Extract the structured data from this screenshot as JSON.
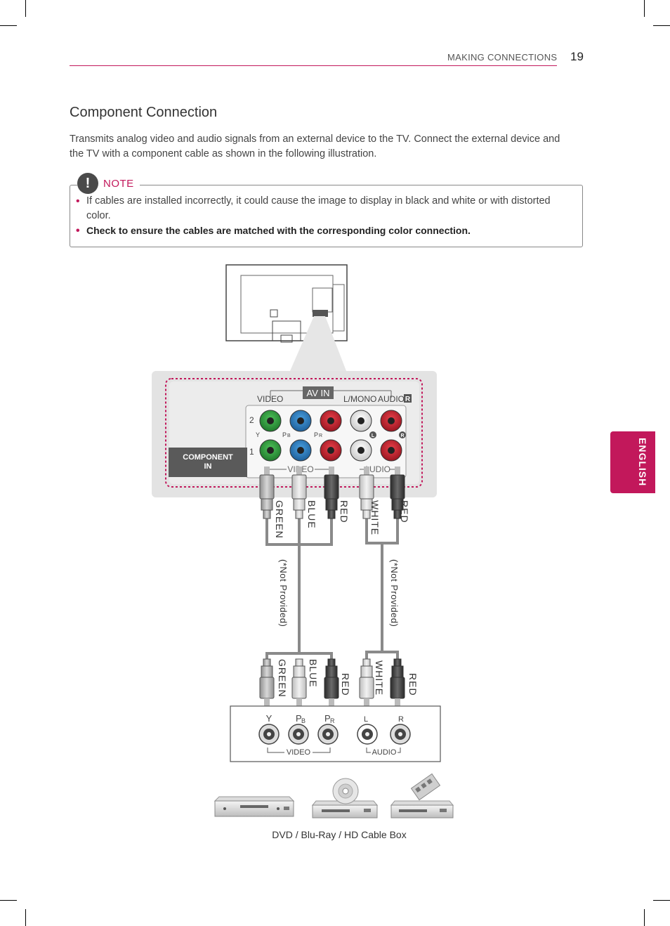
{
  "header": {
    "section": "MAKING CONNECTIONS",
    "page_number": "19"
  },
  "side_tab": {
    "label": "ENGLISH"
  },
  "title": "Component Connection",
  "intro": "Transmits analog video and audio signals from an external device to the TV. Connect the external device and the TV with a component cable as shown in the following illustration.",
  "note": {
    "icon": "!",
    "label": "NOTE",
    "items": [
      "If cables are installed incorrectly, it could cause the image to display in black and white or with distorted color.",
      "Check to ensure the cables are matched with the corresponding color connection."
    ]
  },
  "diagram": {
    "tv_panel": {
      "av_in": "AV IN",
      "video_top": "VIDEO",
      "lmono": "L/MONO",
      "audio_top": "AUDIO",
      "r_mark": "R",
      "row2": "2",
      "row1": "1",
      "y": "Y",
      "pb": "P",
      "pb_sub": "B",
      "pr": "P",
      "pr_sub": "R",
      "l_badge": "L",
      "r_badge": "R",
      "component_line1": "COMPONENT",
      "component_line2": "IN",
      "video_bottom": "VIDEO",
      "audio_bottom": "AUDIO"
    },
    "cable_top": [
      "GREEN",
      "BLUE",
      "RED",
      "WHITE",
      "RED"
    ],
    "cable_bottom": [
      "GREEN",
      "BLUE",
      "RED",
      "WHITE",
      "RED"
    ],
    "not_provided": "(*Not Provided)",
    "device_panel": {
      "y": "Y",
      "pb": "P",
      "pb_sub": "B",
      "pr": "P",
      "pr_sub": "R",
      "l": "L",
      "r": "R",
      "video": "VIDEO",
      "audio": "AUDIO"
    },
    "devices_caption": "DVD / Blu-Ray / HD Cable Box",
    "colors": {
      "green": "#2e9a3e",
      "blue": "#2a7fc4",
      "red": "#c8202c",
      "white": "#ffffff",
      "cable_gray": "#8a8a8a",
      "accent": "#c2185b"
    }
  }
}
